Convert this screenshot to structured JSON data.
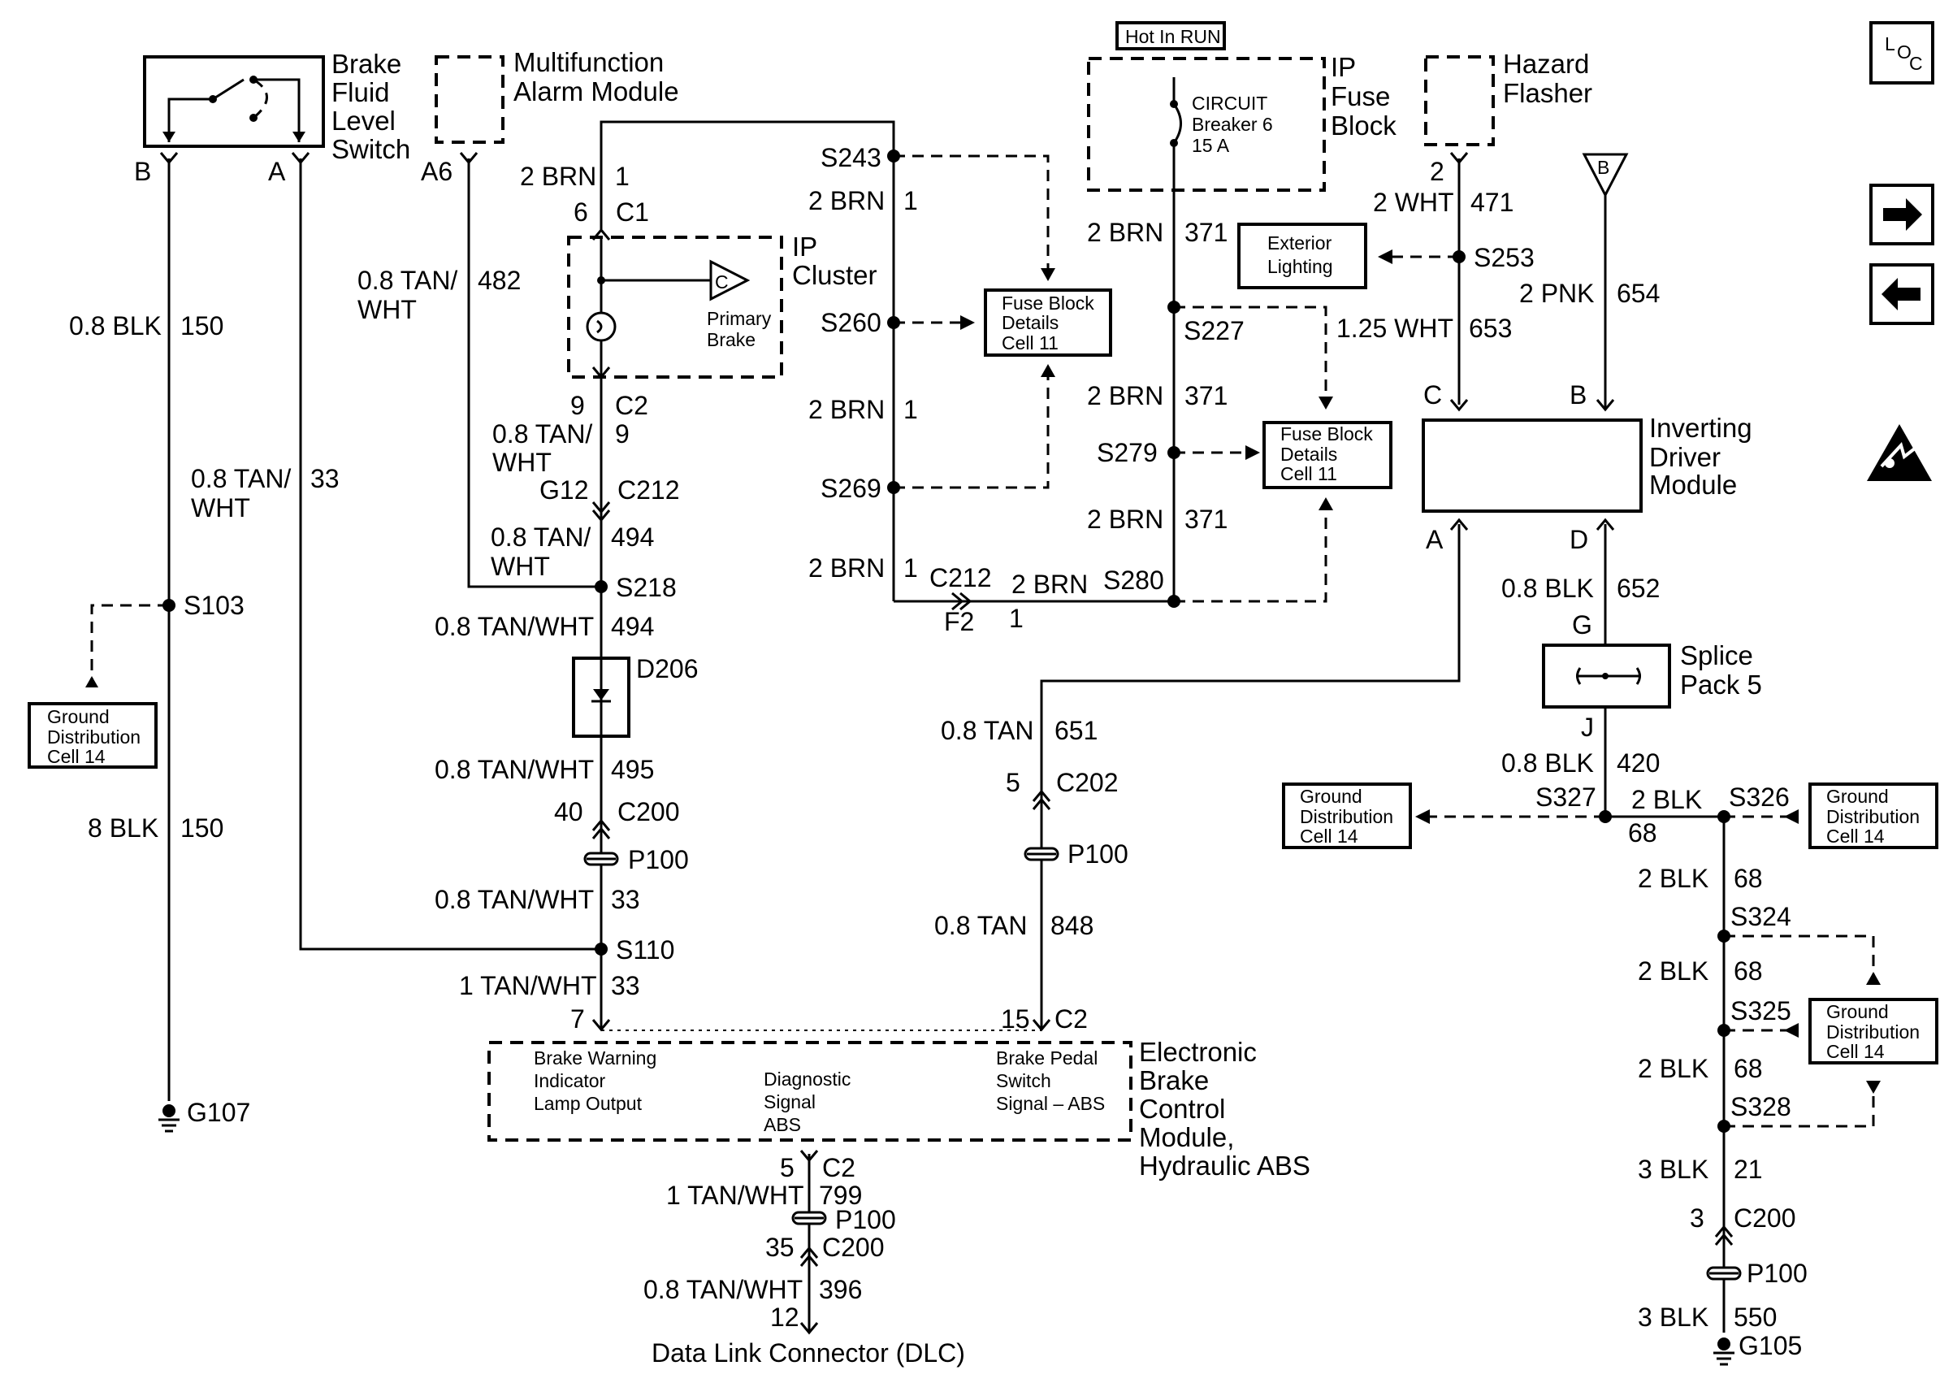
{
  "components": {
    "brake_fluid_switch": {
      "line1": "Brake",
      "line2": "Fluid",
      "line3": "Level",
      "line4": "Switch",
      "pin_b": "B",
      "pin_a": "A"
    },
    "multifunction_alarm": {
      "line1": "Multifunction",
      "line2": "Alarm Module",
      "pin": "A6"
    },
    "hot_in_run": "Hot In RUN",
    "ip_fuse_block": {
      "line1": "IP",
      "line2": "Fuse",
      "line3": "Block",
      "cb1": "CIRCUIT",
      "cb2": "Breaker 6",
      "cb3": "15 A"
    },
    "hazard_flasher": {
      "line1": "Hazard",
      "line2": "Flasher",
      "pin": "2"
    },
    "ip_cluster": {
      "line1": "IP",
      "line2": "Cluster",
      "brake1": "Primary",
      "brake2": "Brake",
      "gauge": "C"
    },
    "fuse_details_1": {
      "line1": "Fuse Block",
      "line2": "Details",
      "line3": "Cell 11"
    },
    "fuse_details_2": {
      "line1": "Fuse Block",
      "line2": "Details",
      "line3": "Cell 11"
    },
    "exterior_lighting": {
      "line1": "Exterior",
      "line2": "Lighting"
    },
    "inverting_driver": {
      "line1": "Inverting",
      "line2": "Driver",
      "line3": "Module",
      "pin_c": "C",
      "pin_b": "B",
      "pin_a": "A",
      "pin_d": "D"
    },
    "splice_pack": {
      "line1": "Splice",
      "line2": "Pack 5",
      "pin_g": "G",
      "pin_j": "J"
    },
    "ground_dist_left": {
      "line1": "Ground",
      "line2": "Distribution",
      "line3": "Cell 14"
    },
    "ground_dist_mid": {
      "line1": "Ground",
      "line2": "Distribution",
      "line3": "Cell 14"
    },
    "ground_dist_right1": {
      "line1": "Ground",
      "line2": "Distribution",
      "line3": "Cell 14"
    },
    "ground_dist_right2": {
      "line1": "Ground",
      "line2": "Distribution",
      "line3": "Cell 14"
    },
    "diode": "D206",
    "ebcm": {
      "line1": "Electronic",
      "line2": "Brake",
      "line3": "Control",
      "line4": "Module,",
      "line5": "Hydraulic ABS",
      "in1a": "Brake Warning",
      "in1b": "Indicator",
      "in1c": "Lamp Output",
      "in2a": "Diagnostic",
      "in2b": "Signal",
      "in2c": "ABS",
      "in3a": "Brake Pedal",
      "in3b": "Switch",
      "in3c": "Signal – ABS"
    },
    "dlc": "Data Link Connector (DLC)",
    "ref_b": "B"
  },
  "wires": {
    "w150a": {
      "gauge": "0.8 BLK",
      "circuit": "150"
    },
    "w150b": {
      "gauge": "8 BLK",
      "circuit": "150"
    },
    "w33a": {
      "gauge": "0.8 TAN/",
      "gauge2": "WHT",
      "circuit": "33"
    },
    "w482": {
      "gauge": "0.8 TAN/",
      "gauge2": "WHT",
      "circuit": "482"
    },
    "wc1": {
      "gauge": "2 BRN",
      "circuit": "1",
      "pin": "6",
      "conn": "C1"
    },
    "wc2": {
      "pin": "9",
      "conn": "C2"
    },
    "w9": {
      "gauge": "0.8 TAN/",
      "gauge2": "WHT",
      "circuit": "9"
    },
    "wc212": {
      "pin": "G12",
      "conn": "C212"
    },
    "w494a": {
      "gauge": "0.8 TAN/",
      "gauge2": "WHT",
      "circuit": "494"
    },
    "w494b": {
      "gauge": "0.8 TAN/WHT",
      "circuit": "494"
    },
    "w495": {
      "gauge": "0.8 TAN/WHT",
      "circuit": "495"
    },
    "wc200": {
      "pin": "40",
      "conn": "C200"
    },
    "w33b": {
      "gauge": "0.8 TAN/WHT",
      "circuit": "33"
    },
    "w33c": {
      "gauge": "1 TAN/WHT",
      "circuit": "33",
      "pin": "7"
    },
    "wbrn1": {
      "gauge": "2 BRN",
      "circuit": "1"
    },
    "wbrn2": {
      "gauge": "2 BRN",
      "circuit": "1"
    },
    "wbrn3": {
      "gauge": "2 BRN",
      "circuit": "1",
      "conn": "C212"
    },
    "wbrn4": {
      "gauge": "2 BRN",
      "pin": "F2",
      "circuit": "1"
    },
    "w371a": {
      "gauge": "2 BRN",
      "circuit": "371"
    },
    "w371b": {
      "gauge": "2 BRN",
      "circuit": "371"
    },
    "w371c": {
      "gauge": "2 BRN",
      "circuit": "371"
    },
    "w471": {
      "gauge": "2 WHT",
      "circuit": "471"
    },
    "w653": {
      "gauge": "1.25 WHT",
      "circuit": "653"
    },
    "w654": {
      "gauge": "2 PNK",
      "circuit": "654"
    },
    "w651": {
      "gauge": "0.8 TAN",
      "circuit": "651"
    },
    "wc202": {
      "pin": "5",
      "conn": "C202"
    },
    "w848": {
      "gauge": "0.8 TAN",
      "circuit": "848"
    },
    "wc2b": {
      "pin": "15",
      "conn": "C2"
    },
    "w652": {
      "gauge": "0.8 BLK",
      "circuit": "652"
    },
    "w420": {
      "gauge": "0.8 BLK",
      "circuit": "420"
    },
    "w68a": {
      "gauge": "2 BLK",
      "circuit": "68"
    },
    "w68b": {
      "gauge": "2 BLK",
      "circuit": "68"
    },
    "w68c": {
      "gauge": "2 BLK",
      "circuit": "68"
    },
    "w68d": {
      "gauge": "2 BLK",
      "circuit": "68"
    },
    "w21": {
      "gauge": "3 BLK",
      "circuit": "21"
    },
    "wc200r": {
      "pin": "3",
      "conn": "C200"
    },
    "w550": {
      "gauge": "3 BLK",
      "circuit": "550"
    },
    "w799": {
      "gauge": "1 TAN/WHT",
      "circuit": "799",
      "pin": "5",
      "conn": "C2"
    },
    "wc200b": {
      "pin": "35",
      "conn": "C200"
    },
    "w396": {
      "gauge": "0.8 TAN/WHT",
      "circuit": "396",
      "pin": "12"
    }
  },
  "splices": {
    "s103": "S103",
    "s218": "S218",
    "s110": "S110",
    "s243": "S243",
    "s260": "S260",
    "s269": "S269",
    "s280": "S280",
    "s227": "S227",
    "s279": "S279",
    "s253": "S253",
    "s327": "S327",
    "s326": "S326",
    "s324": "S324",
    "s325": "S325",
    "s328": "S328"
  },
  "passthrough": {
    "p100a": "P100",
    "p100b": "P100",
    "p100c": "P100",
    "p100d": "P100"
  },
  "grounds": {
    "g107": "G107",
    "g105": "G105"
  },
  "nav": {
    "loc_l": "L",
    "loc_o": "O",
    "loc_c": "C",
    "next_icon": "arrow-right-icon",
    "prev_icon": "arrow-left-icon",
    "esd_icon": "esd-warning-icon"
  }
}
